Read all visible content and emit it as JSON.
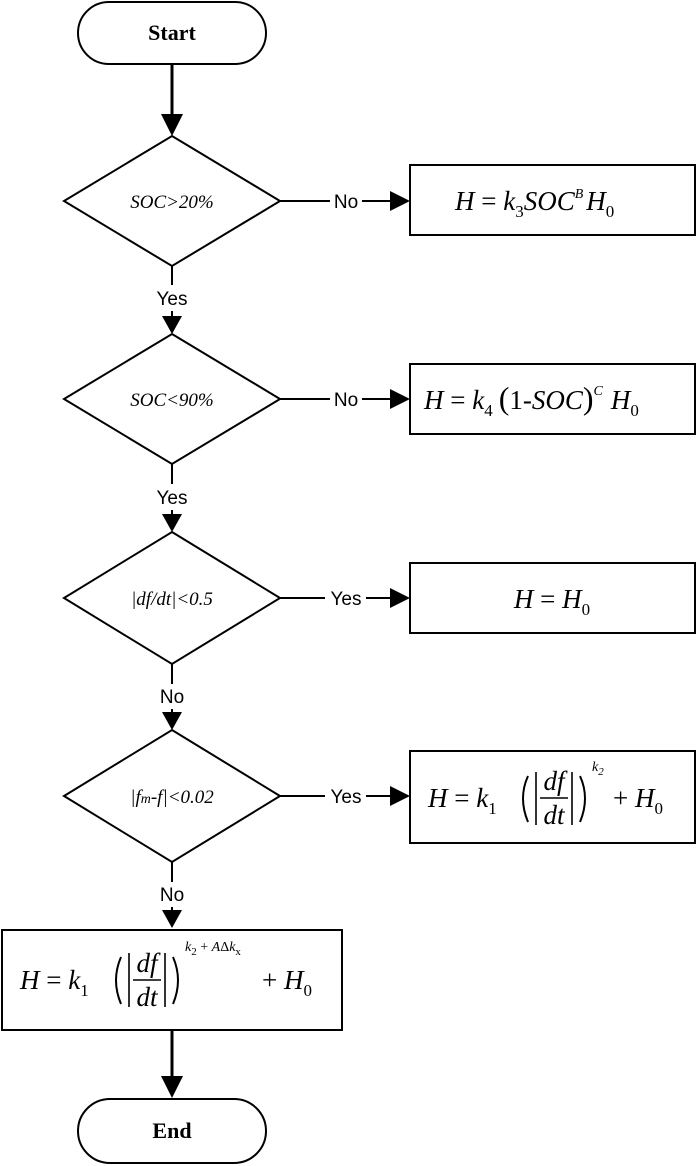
{
  "terminals": {
    "start": "Start",
    "end": "End"
  },
  "decisions": [
    {
      "condition": "SOC>20%",
      "branch_right": "No",
      "branch_down": "Yes"
    },
    {
      "condition": "SOC<90%",
      "branch_right": "No",
      "branch_down": "Yes"
    },
    {
      "condition": "|df/dt|<0.5",
      "branch_right": "Yes",
      "branch_down": "No"
    },
    {
      "condition_parts": [
        "|f",
        "m",
        "-f|<0.02"
      ],
      "branch_right": "Yes",
      "branch_down": "No"
    }
  ],
  "processes": {
    "p1": {
      "H": "H",
      "eq": " = ",
      "k": "k",
      "k_sub": "3",
      "soc": "SOC",
      "sup": "B",
      "h0": "H",
      "h0_sub": "0"
    },
    "p2": {
      "H": "H",
      "eq": " = ",
      "k": "k",
      "k_sub": "4",
      "one": "1-",
      "soc": "SOC",
      "sup": "C",
      "h0": "H",
      "h0_sub": "0"
    },
    "p3": {
      "H": "H",
      "eq": " = ",
      "h0": "H",
      "h0_sub": "0"
    },
    "p4": {
      "H": "H",
      "eq": " = ",
      "k": "k",
      "k_sub": "1",
      "df": "df",
      "dt": "dt",
      "sup": "k",
      "sup_sub": "2",
      "plus": "+ ",
      "h0": "H",
      "h0_sub": "0"
    },
    "p5": {
      "H": "H",
      "eq": " = ",
      "k": "k",
      "k_sub": "1",
      "df": "df",
      "dt": "dt",
      "sup_k": "k",
      "sup_k_sub": "2",
      "sup_plus": " + ",
      "sup_A": "A",
      "sup_delta": "Δ",
      "sup_k2": "k",
      "sup_k2_sub": "x",
      "plus": "+ ",
      "h0": "H",
      "h0_sub": "0"
    }
  }
}
